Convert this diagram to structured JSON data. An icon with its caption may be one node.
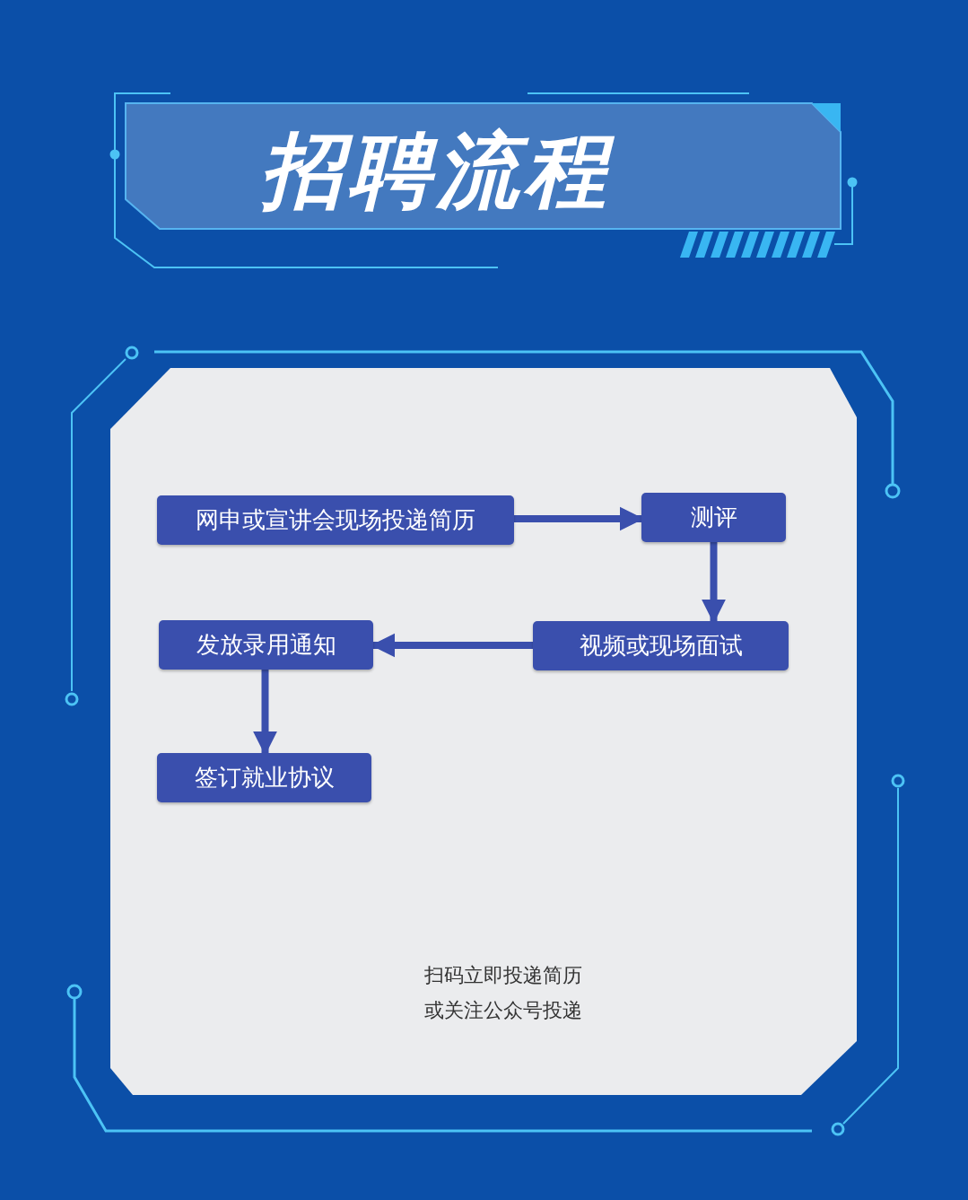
{
  "diagram": {
    "title": "招聘流程",
    "nodes": [
      {
        "text": [
          "网申或宣讲会现场投递简历"
        ]
      },
      {
        "text": [
          "测评"
        ]
      },
      {
        "text": [
          "视频或现场面试"
        ]
      },
      {
        "text": [
          "发放录用通知"
        ]
      },
      {
        "text": [
          "签订就业协议"
        ]
      }
    ],
    "edges": [
      {
        "from": 0,
        "to": 1,
        "arrow": "to"
      },
      {
        "from": 1,
        "to": 2,
        "arrow": "to"
      },
      {
        "from": 2,
        "to": 3,
        "arrow": "to"
      },
      {
        "from": 3,
        "to": 4,
        "arrow": "to"
      }
    ],
    "labels": [
      "扫码立即投递简历",
      "或关注公众号投递"
    ]
  }
}
